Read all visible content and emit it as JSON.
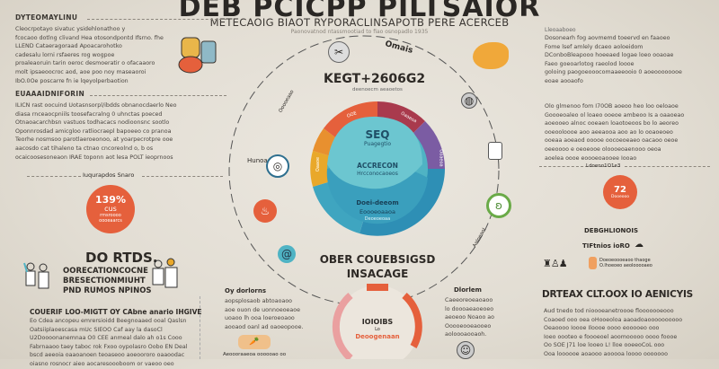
{
  "header": {
    "title": "DEB PCICPP PILTSAIOR",
    "subtitle": "METECAOIG BIAOT RYPORACLINSAPOTB PERE ACERCEB",
    "tagline": "Paonovatnod ntassmootiad to fiao osnopadlo 1935"
  },
  "left": {
    "section1": {
      "heading": "DYTEOMAYLINU",
      "lines": [
        "Cleocrpotayo sivatuc ysidehlonathoo y",
        "fcocaoo dotlng clivand Hea otosondpontd Ifsrno. fhe",
        "LLEND Cataeragoraad Apoacarohotko",
        "cadesalu lorni rsfaeres rog wogpoe",
        "proaleaoruin tarin oeroc desmoeratir o ofacaaoro",
        "molt ipsaeoocroc aod, aoe poo noy maseaoroi",
        "IbO.0Oe poscarre fn ie lqeyolperbaotion"
      ]
    },
    "section2": {
      "heading": "EUAAAIDNIFORIN",
      "lines": [
        "ILICN rast oocuind Uotasnsorpl/ibdds obnanocdaerlo Neo",
        "diasa rnceaocpniils toosefacralng 0 uhnctas poeced",
        "Otnaoacarchbsn vastuos todhacacs nodioonsnc sootlo",
        "Oponnrosdad amicgloo ratliocraepl bapoeeo co pranoa",
        "Teorhe nosmsoo parotlaeroeonoo, at yoarpecrotpre ooe",
        "aacosdo cat tihaleno ta ctnao cncoreolnd o, b os",
        "ocaicoosesoneaon IRAE toponn aot lesa POLT ieoprnoos"
      ]
    },
    "stat": {
      "label": "Iuqurapdos Snaro",
      "value": "139%",
      "sub": "cus",
      "caption": "rmsroooo oooeaarcs"
    },
    "callout": {
      "heading": "DO RTDS.",
      "lines": [
        "OORECATIONCOCNE",
        "BRESECTIONMIUHT",
        "PND RUMOS NPINOS"
      ]
    },
    "section3": {
      "heading": "COUERIF LOO-MIGTT OY CAbne anario IHGIVE",
      "lines": [
        "Eo Cdea ancopeu emrersioidd Beegnoaaed ooal Qaslsn",
        "Oatsiiplaoescasa mUc SIEOO Caf aay la dasoCl",
        "U2Doooonanemnaa O0 CEE anmeal dalo ah o1s Cooo",
        "Fabrnaaoo taey taboc rok Fxoo oypolasro Oobo EN Deal",
        "bscd aeeoia oaaoanoen teoaseoo aoeoororo oaaoodac",
        "oiasno rosnocr aieo aocaresoooboom or vaeoo oeo"
      ]
    }
  },
  "center": {
    "ring_title": "KEGT+2606G2",
    "ring_sub": "deenoecm aeaoetos",
    "orbit_top": "Omais",
    "orbit_left": "Hunoa",
    "orbit_ring_left": "Ooooeaao",
    "orbit_ring_right": "Aaloeaol",
    "donut_top_label": "SEQ",
    "donut_top_sub": "Puagegtio",
    "donut_mid1": "ACCRECON",
    "donut_mid2": "Hrcconocaoeos",
    "donut_low1": "Doei-deeom",
    "donut_low2": "Eoooeoaaoa",
    "donut_low3": "Deoeoeoaa",
    "segments": {
      "s1": "OOE",
      "s2": "Oaaeoa",
      "s3": "Ooaeoa",
      "s4": "Oaaoe"
    },
    "bottom_title1": "OBER COUEBSIGSD",
    "bottom_title2": "INSACAGE",
    "bottom_ring1": "IOIOIBS",
    "bottom_ring2": "Lo",
    "bottom_ring3": "Deoogenaan",
    "bl": {
      "heading": "Oy dorlorns",
      "lines": [
        "aopsplosaob abtoaoaoo",
        "aoe ouon de uonnoeoeaoe",
        "uoaoo lh ooa loeroeoaoo",
        "aooaod oanl ad oaoeopooe."
      ],
      "caption": "Aeoooraaeoa oooooao oo"
    },
    "br": {
      "heading": "Dlorlem",
      "lines": [
        "Caeeoreoeaoaoo",
        "lo doooaeaoeoeo",
        "aeoeoo Noaoo ao",
        "Ooooeooeaooeo",
        "aoloooaooaoh."
      ]
    }
  },
  "right": {
    "section1": {
      "heading": "Lleoaaboeo",
      "lines": [
        "Dosonearh fog aovmemd toeervd en faaoeo",
        "Fome lsef amlely dcaeo aoloeidom",
        "DConboBleapooo hoeeaed logae loeo ooaoae",
        "Faeo goeoarlotog raeolod loooe",
        "goloing paogoeooocomaaeeooio 0 aoeoooooooe",
        "eoae aooaofo"
      ]
    },
    "section2": {
      "lines": [
        "Olo glmenoo fom I70OB aoeoo heo loo oeloaoe",
        "Goooeoaleo ol loaeo ooeoe ambeoo Is a oaaoeao",
        "aoeooeo alnoc ooeaen loaotoeoos bo lo aeoreo",
        "ooeooloooe aoo aeeaooa aoo ao lo ooaoeoeo",
        "ooeaa aoeaod ooooe oocoeoeaeo oacaoo oeoe",
        "oeeoooo e oeoeooe oloooeoaenooo oeoa",
        "aoelea oooe eoooeoaooee Iooao"
      ]
    },
    "stat": {
      "label": "Ldoeno1O1e3",
      "value": "72",
      "caption": "Dooeooo"
    },
    "sub_heading": "DEBGHLIONOIS",
    "sub_line": "TIFtnios ioRO",
    "legend": [
      "Doeoeoooeaoo thaoge",
      "O.lhoeoeo aeolooooaeo"
    ],
    "section3": {
      "heading": "DRTEAX CLT.OOX IO AENICYIS",
      "lines": [
        "Aud tnedo tod nioooeanetroooe flooooooeooo",
        "Coaoed ooo oea oHooeoloa aaoadoaoooooooooo",
        "Oeaoooo Ioooe Iloooe oooo eooooeo ooo",
        "Ioeo oooteo e foooeoel aoomooooo oooo foooe",
        "Oo SOE J71 loe looeo L! lloe ooeeoCoL ooo",
        "Ooa loooooe aoaooo aooooa loooo ooooooo"
      ]
    }
  },
  "colors": {
    "orange": "#e5603c",
    "teal": "#4fb3c4",
    "blue": "#2e8fb5",
    "maroon": "#9c3a4a",
    "purple": "#7b5ca3",
    "yellow": "#e9a82a",
    "bg": "#e4dfd6"
  }
}
